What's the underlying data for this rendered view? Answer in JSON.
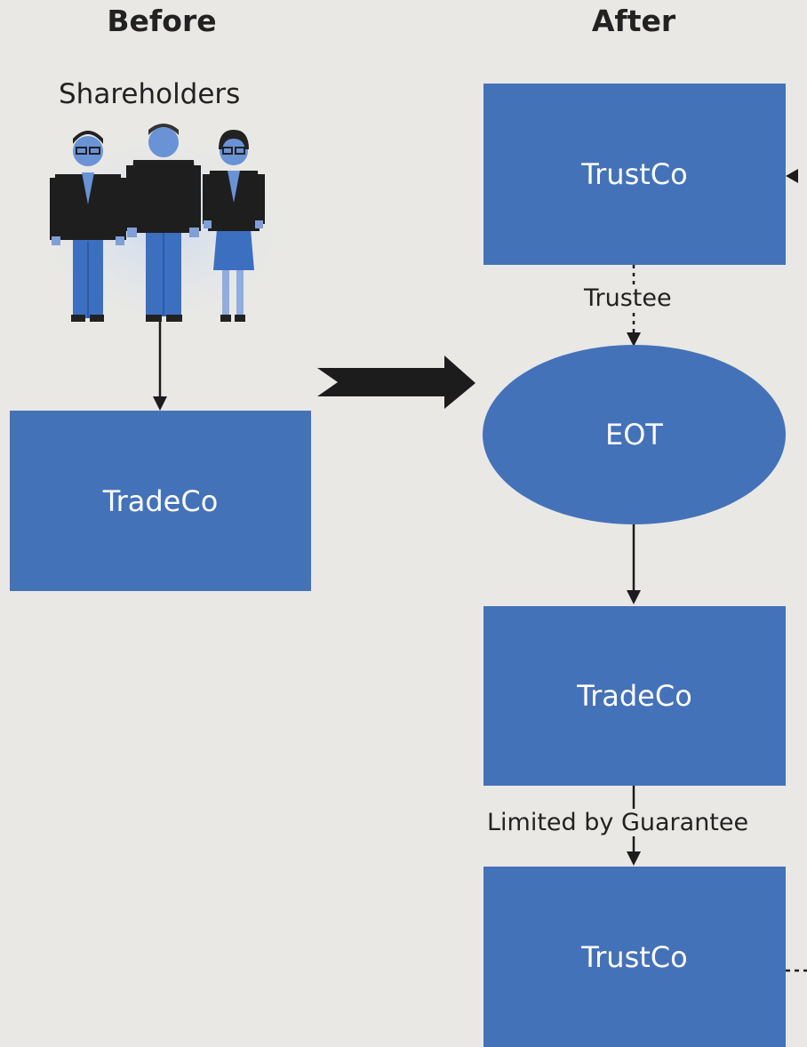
{
  "headings": {
    "before": "Before",
    "after": "After"
  },
  "before": {
    "shareholders_label": "Shareholders",
    "tradeco_label": "TradeCo"
  },
  "after": {
    "trustco_top_label": "TrustCo",
    "trustee_label": "Trustee",
    "eot_label": "EOT",
    "tradeco_label": "TradeCo",
    "limited_label": "Limited by Guarantee",
    "trustco_bottom_label": "TrustCo"
  },
  "colors": {
    "box_fill": "#4472b9",
    "background": "#e9e8e5",
    "arrow": "#1c1c1c"
  },
  "icons": [
    "people-icon",
    "transition-arrow-icon"
  ]
}
